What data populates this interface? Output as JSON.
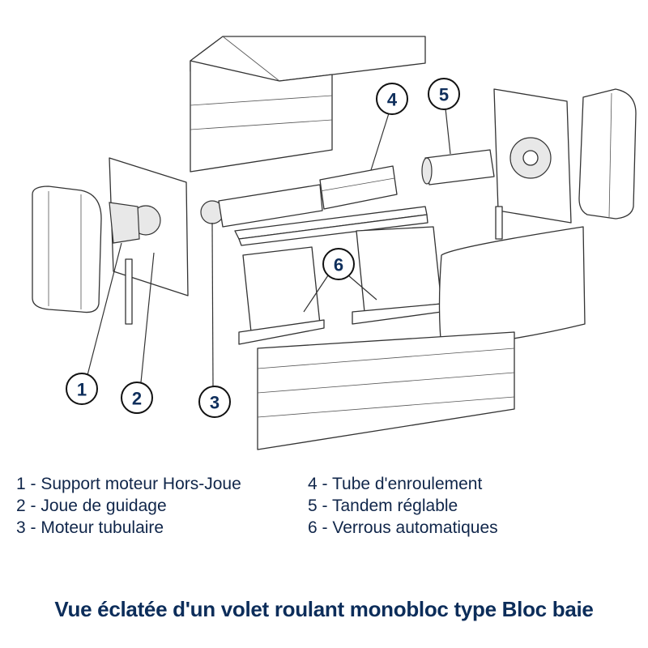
{
  "callouts": [
    "1",
    "2",
    "3",
    "4",
    "5",
    "6"
  ],
  "legend": {
    "left": [
      "1 - Support moteur Hors-Joue",
      "2 - Joue de guidage",
      "3 - Moteur tubulaire"
    ],
    "right": [
      "4 - Tube d'enroulement",
      "5 - Tandem réglable",
      "6 - Verrous automatiques"
    ]
  },
  "title": "Vue éclatée d'un volet roulant monobloc type Bloc baie",
  "colors": {
    "text": "#10264a",
    "title": "#0c2d5a"
  }
}
